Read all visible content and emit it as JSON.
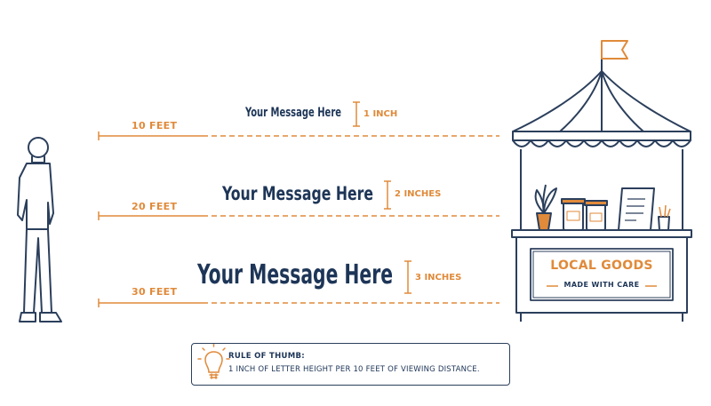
{
  "rows": [
    {
      "distance": "10 FEET",
      "message": "Your Message Here",
      "letter_height": "1 INCH"
    },
    {
      "distance": "20 FEET",
      "message": "Your Message Here",
      "letter_height": "2 INCHES"
    },
    {
      "distance": "30 FEET",
      "message": "Your Message Here",
      "letter_height": "3 INCHES"
    }
  ],
  "booth_sign": {
    "title": "LOCAL GOODS",
    "subtitle": "MADE WITH CARE"
  },
  "rule": {
    "title": "RULE OF THUMB:",
    "text": "1 INCH OF LETTER HEIGHT PER 10 FEET OF VIEWING DISTANCE."
  },
  "icons": {
    "person": "standing-person-icon",
    "booth": "market-stall-icon",
    "bulb": "lightbulb-icon"
  },
  "colors": {
    "navy": "#1d3557",
    "orange": "#e08a3a"
  }
}
